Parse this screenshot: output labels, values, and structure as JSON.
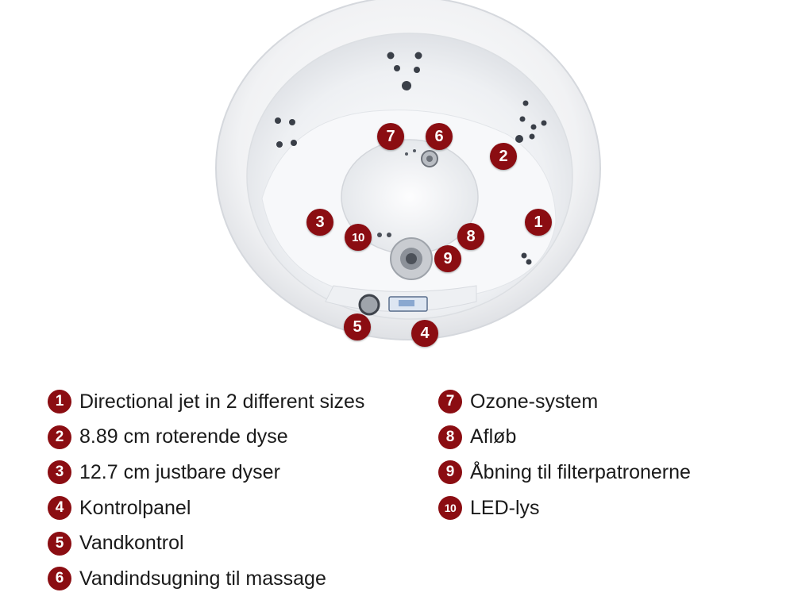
{
  "colors": {
    "badge": "#8b0d12",
    "badge_text": "#ffffff",
    "label_text": "#1a1a1a",
    "tub_shell": "#f4f5f7",
    "jet": "#3a3f48"
  },
  "markers": [
    {
      "num": "1"
    },
    {
      "num": "2"
    },
    {
      "num": "3"
    },
    {
      "num": "4"
    },
    {
      "num": "5"
    },
    {
      "num": "6"
    },
    {
      "num": "7"
    },
    {
      "num": "8"
    },
    {
      "num": "9"
    },
    {
      "num": "10"
    }
  ],
  "legend": [
    {
      "num": "1",
      "label": "Directional jet in 2 different sizes"
    },
    {
      "num": "2",
      "label": "8.89 cm roterende dyse"
    },
    {
      "num": "3",
      "label": "12.7 cm justbare dyser"
    },
    {
      "num": "4",
      "label": "Kontrolpanel"
    },
    {
      "num": "5",
      "label": "Vandkontrol"
    },
    {
      "num": "6",
      "label": "Vandindsugning til massage"
    },
    {
      "num": "7",
      "label": "Ozone-system"
    },
    {
      "num": "8",
      "label": "Afløb"
    },
    {
      "num": "9",
      "label": "Åbning til filterpatronerne"
    },
    {
      "num": "10",
      "label": "LED-lys"
    }
  ]
}
